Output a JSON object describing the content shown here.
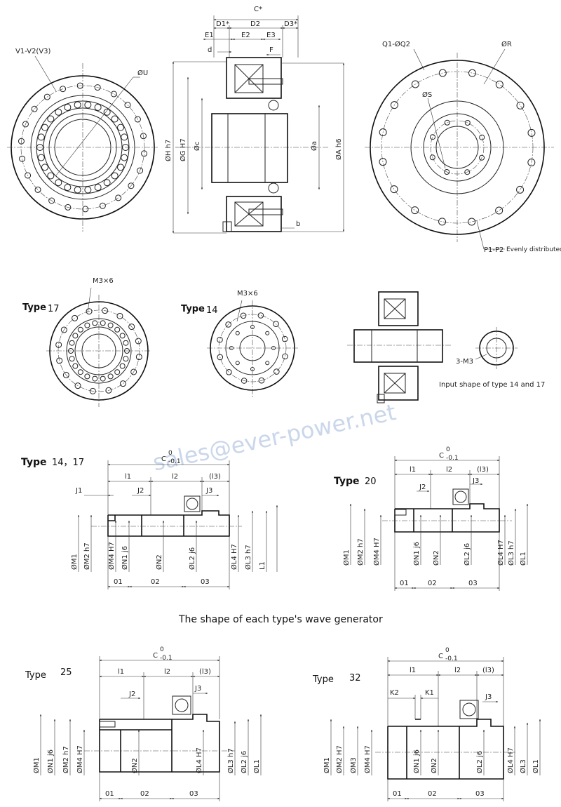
{
  "watermark": "sales@ever-power.net",
  "caption_wave": "The shape of each type's wave generator",
  "caption_input": "Input shape of type 14 and 17",
  "evenly_distributed": "Evenly distributed",
  "top": {
    "front_labels": {
      "v": "V1-V2(V3)",
      "u": "ØU"
    },
    "section_labels": {
      "c": "C*",
      "d1": "D1*",
      "d2": "D2",
      "d3": "D3*",
      "e1": "E1",
      "e2": "E2",
      "e3": "E3",
      "d": "d",
      "f": "F",
      "b": "b",
      "h": "ØH h7",
      "g": "ØG H7",
      "c_dia": "Øc",
      "a": "Øa",
      "A": "ØA h6"
    },
    "rear_labels": {
      "q": "Q1-ØQ2",
      "r": "ØR",
      "s": "ØS",
      "p": "P1-P2"
    }
  },
  "mid": {
    "type_word": "Type",
    "t17": "17",
    "t14": "14",
    "m3x6": "M3×6",
    "m3": "3-M3"
  },
  "type1417": {
    "title": "Type",
    "num": "14，17",
    "top": {
      "c": "C",
      "c_tol_up": "0",
      "c_tol_dn": "-0.1",
      "l1": "l1",
      "l2": "l2",
      "l3": "(l3)",
      "j1": "J1",
      "j2": "J2",
      "j3": "J3"
    },
    "vert": [
      "ØM1",
      "ØM2 h7",
      "ØM4 H7",
      "ØN1 j6",
      "ØN2",
      "ØL2 j6",
      "ØL4 H7",
      "ØL3 h7",
      "L1"
    ],
    "bottom": [
      "01",
      "02",
      "03"
    ]
  },
  "type20": {
    "title": "Type",
    "num": "20",
    "top": {
      "c": "C",
      "c_tol_up": "0",
      "c_tol_dn": "-0.1",
      "l1": "l1",
      "l2": "l2",
      "l3": "(l3)",
      "j2": "J2",
      "j3": "J3"
    },
    "vert": [
      "ØM1",
      "ØM2 h7",
      "ØM4 H7",
      "ØN1 j6",
      "ØN2",
      "ØL2 j6",
      "ØL4 H7",
      "ØL3 h7",
      "ØL1"
    ],
    "bottom": [
      "01",
      "02",
      "03"
    ]
  },
  "type25": {
    "title": "Type",
    "num": "25",
    "top": {
      "c": "C",
      "c_tol_up": "0",
      "c_tol_dn": "-0.1",
      "l1": "l1",
      "l2": "l2",
      "l3": "(l3)",
      "j2": "J2",
      "j3": "J3"
    },
    "vert": [
      "ØM1",
      "ØN1 j6",
      "ØM2 h7",
      "ØM4 H7",
      "ØN2",
      "ØL4 H7",
      "ØL3 h7",
      "ØL2 j6",
      "ØL1"
    ],
    "bottom": [
      "01",
      "02",
      "03"
    ]
  },
  "type32": {
    "title": "Type",
    "num": "32",
    "top": {
      "c": "C",
      "c_tol_up": "0",
      "c_tol_dn": "-0.1",
      "l1": "l1",
      "l2": "l2",
      "l3": "(l3)",
      "k1": "K1",
      "k2": "K2",
      "j3": "J3"
    },
    "vert": [
      "ØM1",
      "ØM2 H7",
      "ØM3",
      "ØM4 H7",
      "ØN1 j6",
      "ØN2",
      "ØL2 j6",
      "ØL4 H7",
      "ØL3",
      "ØL1"
    ],
    "bottom": [
      "01",
      "02",
      "03"
    ]
  }
}
